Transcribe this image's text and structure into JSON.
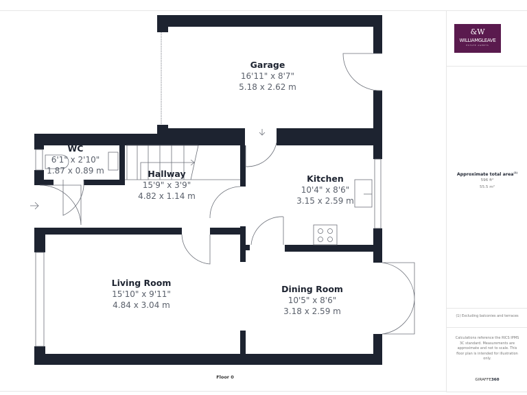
{
  "floorplan": {
    "floor_label": "Floor 0",
    "rooms": [
      {
        "name": "Garage",
        "imperial": "16'11\" x 8'7\"",
        "metric": "5.18 x 2.62 m"
      },
      {
        "name": "WC",
        "imperial": "6'1\" x 2'10\"",
        "metric": "1.87 x 0.89 m"
      },
      {
        "name": "Hallway",
        "imperial": "15'9\" x 3'9\"",
        "metric": "4.82 x 1.14 m"
      },
      {
        "name": "Kitchen",
        "imperial": "10'4\" x 8'6\"",
        "metric": "3.15 x 2.59 m"
      },
      {
        "name": "Living Room",
        "imperial": "15'10\" x 9'11\"",
        "metric": "4.84 x 3.04 m"
      },
      {
        "name": "Dining Room",
        "imperial": "10'5\" x 8'6\"",
        "metric": "3.18 x 2.59 m"
      }
    ],
    "wall_color": "#1d2330",
    "entrance_icon": "arrow-right-icon"
  },
  "sidebar": {
    "logo": {
      "mark": "&W",
      "name": "WILLIAMGLEAVE",
      "sub": "ESTATE AGENTS",
      "bg_color": "#5a1a4e"
    },
    "area": {
      "title": "Approximate total area",
      "title_sup": "(1)",
      "sqft": "596 ft²",
      "sqm": "55.5 m²"
    },
    "footnote": "(1) Excluding balconies and terraces",
    "disclaimer": "Calculations reference the RICS IPMS 3C standard. Measurements are approximate and not to scale. This floor plan is intended for illustration only.",
    "brand_prefix": "GIRAFFE",
    "brand_suffix": "360"
  }
}
